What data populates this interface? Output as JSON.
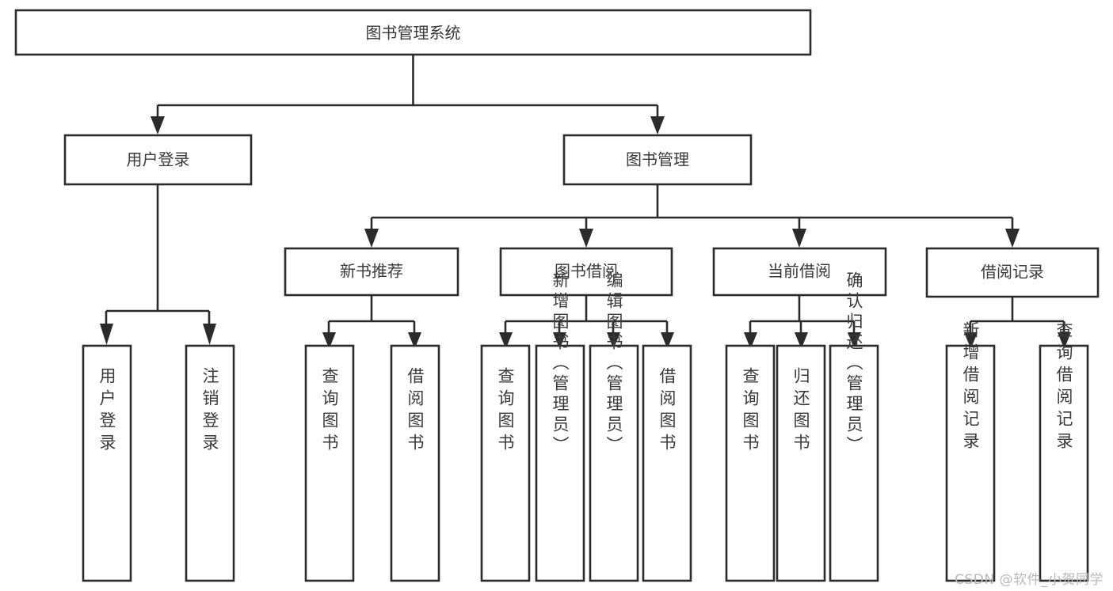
{
  "diagram": {
    "type": "tree",
    "title": "图书管理系统",
    "orientation": "top-down",
    "background_color": "#ffffff",
    "box_stroke_color": "#2b2b2b",
    "box_fill_color": "#ffffff",
    "label_color": "#3a3a3a",
    "root": {
      "id": "root",
      "label": "图书管理系统",
      "text_orientation": "horizontal"
    },
    "level2": [
      {
        "id": "user-login",
        "label": "用户登录",
        "text_orientation": "horizontal"
      },
      {
        "id": "book-management",
        "label": "图书管理",
        "text_orientation": "horizontal"
      }
    ],
    "level3": [
      {
        "id": "new-book-recommend",
        "label": "新书推荐",
        "parent": "book-management",
        "text_orientation": "horizontal"
      },
      {
        "id": "book-borrow",
        "label": "图书借阅",
        "parent": "book-management",
        "text_orientation": "horizontal"
      },
      {
        "id": "current-borrow",
        "label": "当前借阅",
        "parent": "book-management",
        "text_orientation": "horizontal"
      },
      {
        "id": "borrow-record",
        "label": "借阅记录",
        "parent": "book-management",
        "text_orientation": "horizontal"
      }
    ],
    "leaves": [
      {
        "id": "leaf-user-login",
        "label": "用户登录",
        "parent": "user-login",
        "text_orientation": "vertical"
      },
      {
        "id": "leaf-user-logout",
        "label": "注销登录",
        "parent": "user-login",
        "text_orientation": "vertical"
      },
      {
        "id": "leaf-query-book-recommend",
        "label": "查询图书",
        "parent": "new-book-recommend",
        "text_orientation": "vertical"
      },
      {
        "id": "leaf-borrow-book-recommend",
        "label": "借阅图书",
        "parent": "new-book-recommend",
        "text_orientation": "vertical"
      },
      {
        "id": "leaf-query-book-borrow",
        "label": "查询图书",
        "parent": "book-borrow",
        "text_orientation": "vertical"
      },
      {
        "id": "leaf-add-book-admin",
        "label": "新增图书（管理员）",
        "parent": "book-borrow",
        "text_orientation": "vertical"
      },
      {
        "id": "leaf-edit-book-admin",
        "label": "编辑图书（管理员）",
        "parent": "book-borrow",
        "text_orientation": "vertical"
      },
      {
        "id": "leaf-borrow-book",
        "label": "借阅图书",
        "parent": "book-borrow",
        "text_orientation": "vertical"
      },
      {
        "id": "leaf-query-book-current",
        "label": "查询图书",
        "parent": "current-borrow",
        "text_orientation": "vertical"
      },
      {
        "id": "leaf-return-book",
        "label": "归还图书",
        "parent": "current-borrow",
        "text_orientation": "vertical"
      },
      {
        "id": "leaf-confirm-return-admin",
        "label": "确认归还（管理员）",
        "parent": "current-borrow",
        "text_orientation": "vertical"
      },
      {
        "id": "leaf-add-borrow-record",
        "label": "新增借阅记录",
        "parent": "borrow-record",
        "text_orientation": "vertical"
      },
      {
        "id": "leaf-query-borrow-record",
        "label": "查询借阅记录",
        "parent": "borrow-record",
        "text_orientation": "vertical"
      }
    ]
  },
  "watermark": {
    "text": "CSDN @软件_小贺同学",
    "color": "#b9b9b9"
  }
}
